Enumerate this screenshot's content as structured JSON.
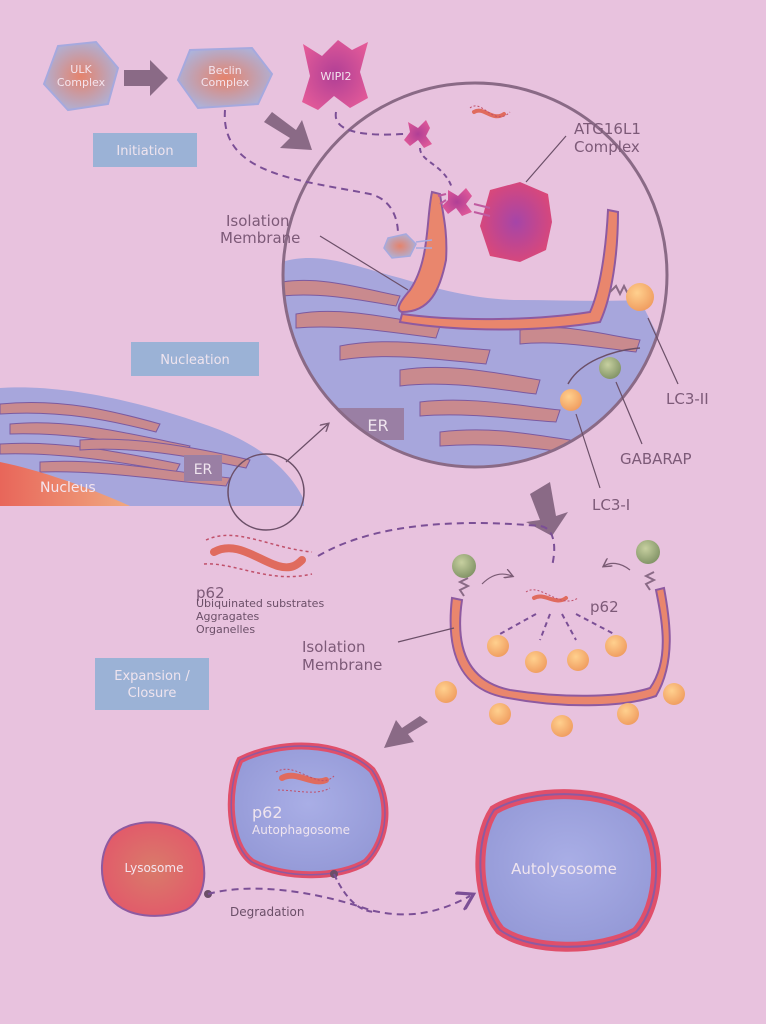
{
  "proteins": {
    "ulk": [
      "ULK",
      "Complex"
    ],
    "beclin": [
      "Beclin",
      "Complex"
    ],
    "wipi2": "WIPI2",
    "atg16l1": [
      "ATG16L1",
      "Complex"
    ]
  },
  "stages": {
    "initiation": "Initiation",
    "nucleation": "Nucleation",
    "expansion": [
      "Expansion /",
      "Closure"
    ]
  },
  "labels": {
    "isolation_membrane_top": [
      "Isolation",
      "Membrane"
    ],
    "isolation_membrane_mid": [
      "Isolation",
      "Membrane"
    ],
    "er_zoom": "ER",
    "er_small": "ER",
    "nucleus": "Nucleus",
    "lc3_ii": "LC3-II",
    "gabarap": "GABARAP",
    "lc3_i": "LC3-I",
    "p62_left": "p62",
    "ubiquinated": "Ubiquinated substrates",
    "aggregates": "Aggragates",
    "organelles": "Organelles",
    "p62_mid": "p62",
    "p62_auto": "p62",
    "autophagosome": "Autophagosome",
    "lysosome": "Lysosome",
    "autolysosome": "Autolysosome",
    "degradation": "Degradation"
  },
  "colors": {
    "background": "#e8c2de",
    "membrane_orange": "#e9866d",
    "membrane_outline": "#8e5aa0",
    "er_blue": "#a7a6dc",
    "stage_box": "#9bb2d6",
    "lc3_orange": "#f2a66a",
    "gabarap_green": "#9aa87a",
    "arrow": "#8a6a86",
    "dash": "#7b4f96"
  }
}
